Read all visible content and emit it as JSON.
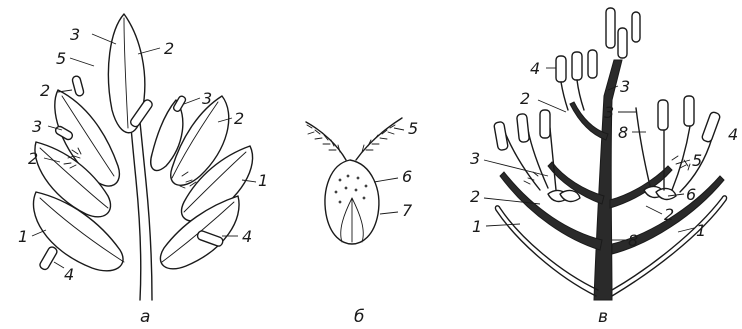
{
  "panels": {
    "a": {
      "caption": "а",
      "labels": [
        {
          "text": "3"
        },
        {
          "text": "2"
        },
        {
          "text": "5"
        },
        {
          "text": "2"
        },
        {
          "text": "3"
        },
        {
          "text": "3"
        },
        {
          "text": "2"
        },
        {
          "text": "2"
        },
        {
          "text": "1"
        },
        {
          "text": "1"
        },
        {
          "text": "4"
        },
        {
          "text": "4"
        }
      ]
    },
    "b": {
      "caption": "б",
      "labels": [
        {
          "text": "5"
        },
        {
          "text": "6"
        },
        {
          "text": "7"
        }
      ]
    },
    "c": {
      "caption": "в",
      "labels": [
        {
          "text": "4"
        },
        {
          "text": "3"
        },
        {
          "text": "2"
        },
        {
          "text": "3"
        },
        {
          "text": "8"
        },
        {
          "text": "3"
        },
        {
          "text": "4"
        },
        {
          "text": "5"
        },
        {
          "text": "6"
        },
        {
          "text": "2"
        },
        {
          "text": "2"
        },
        {
          "text": "1"
        },
        {
          "text": "1"
        },
        {
          "text": "8"
        }
      ]
    }
  }
}
